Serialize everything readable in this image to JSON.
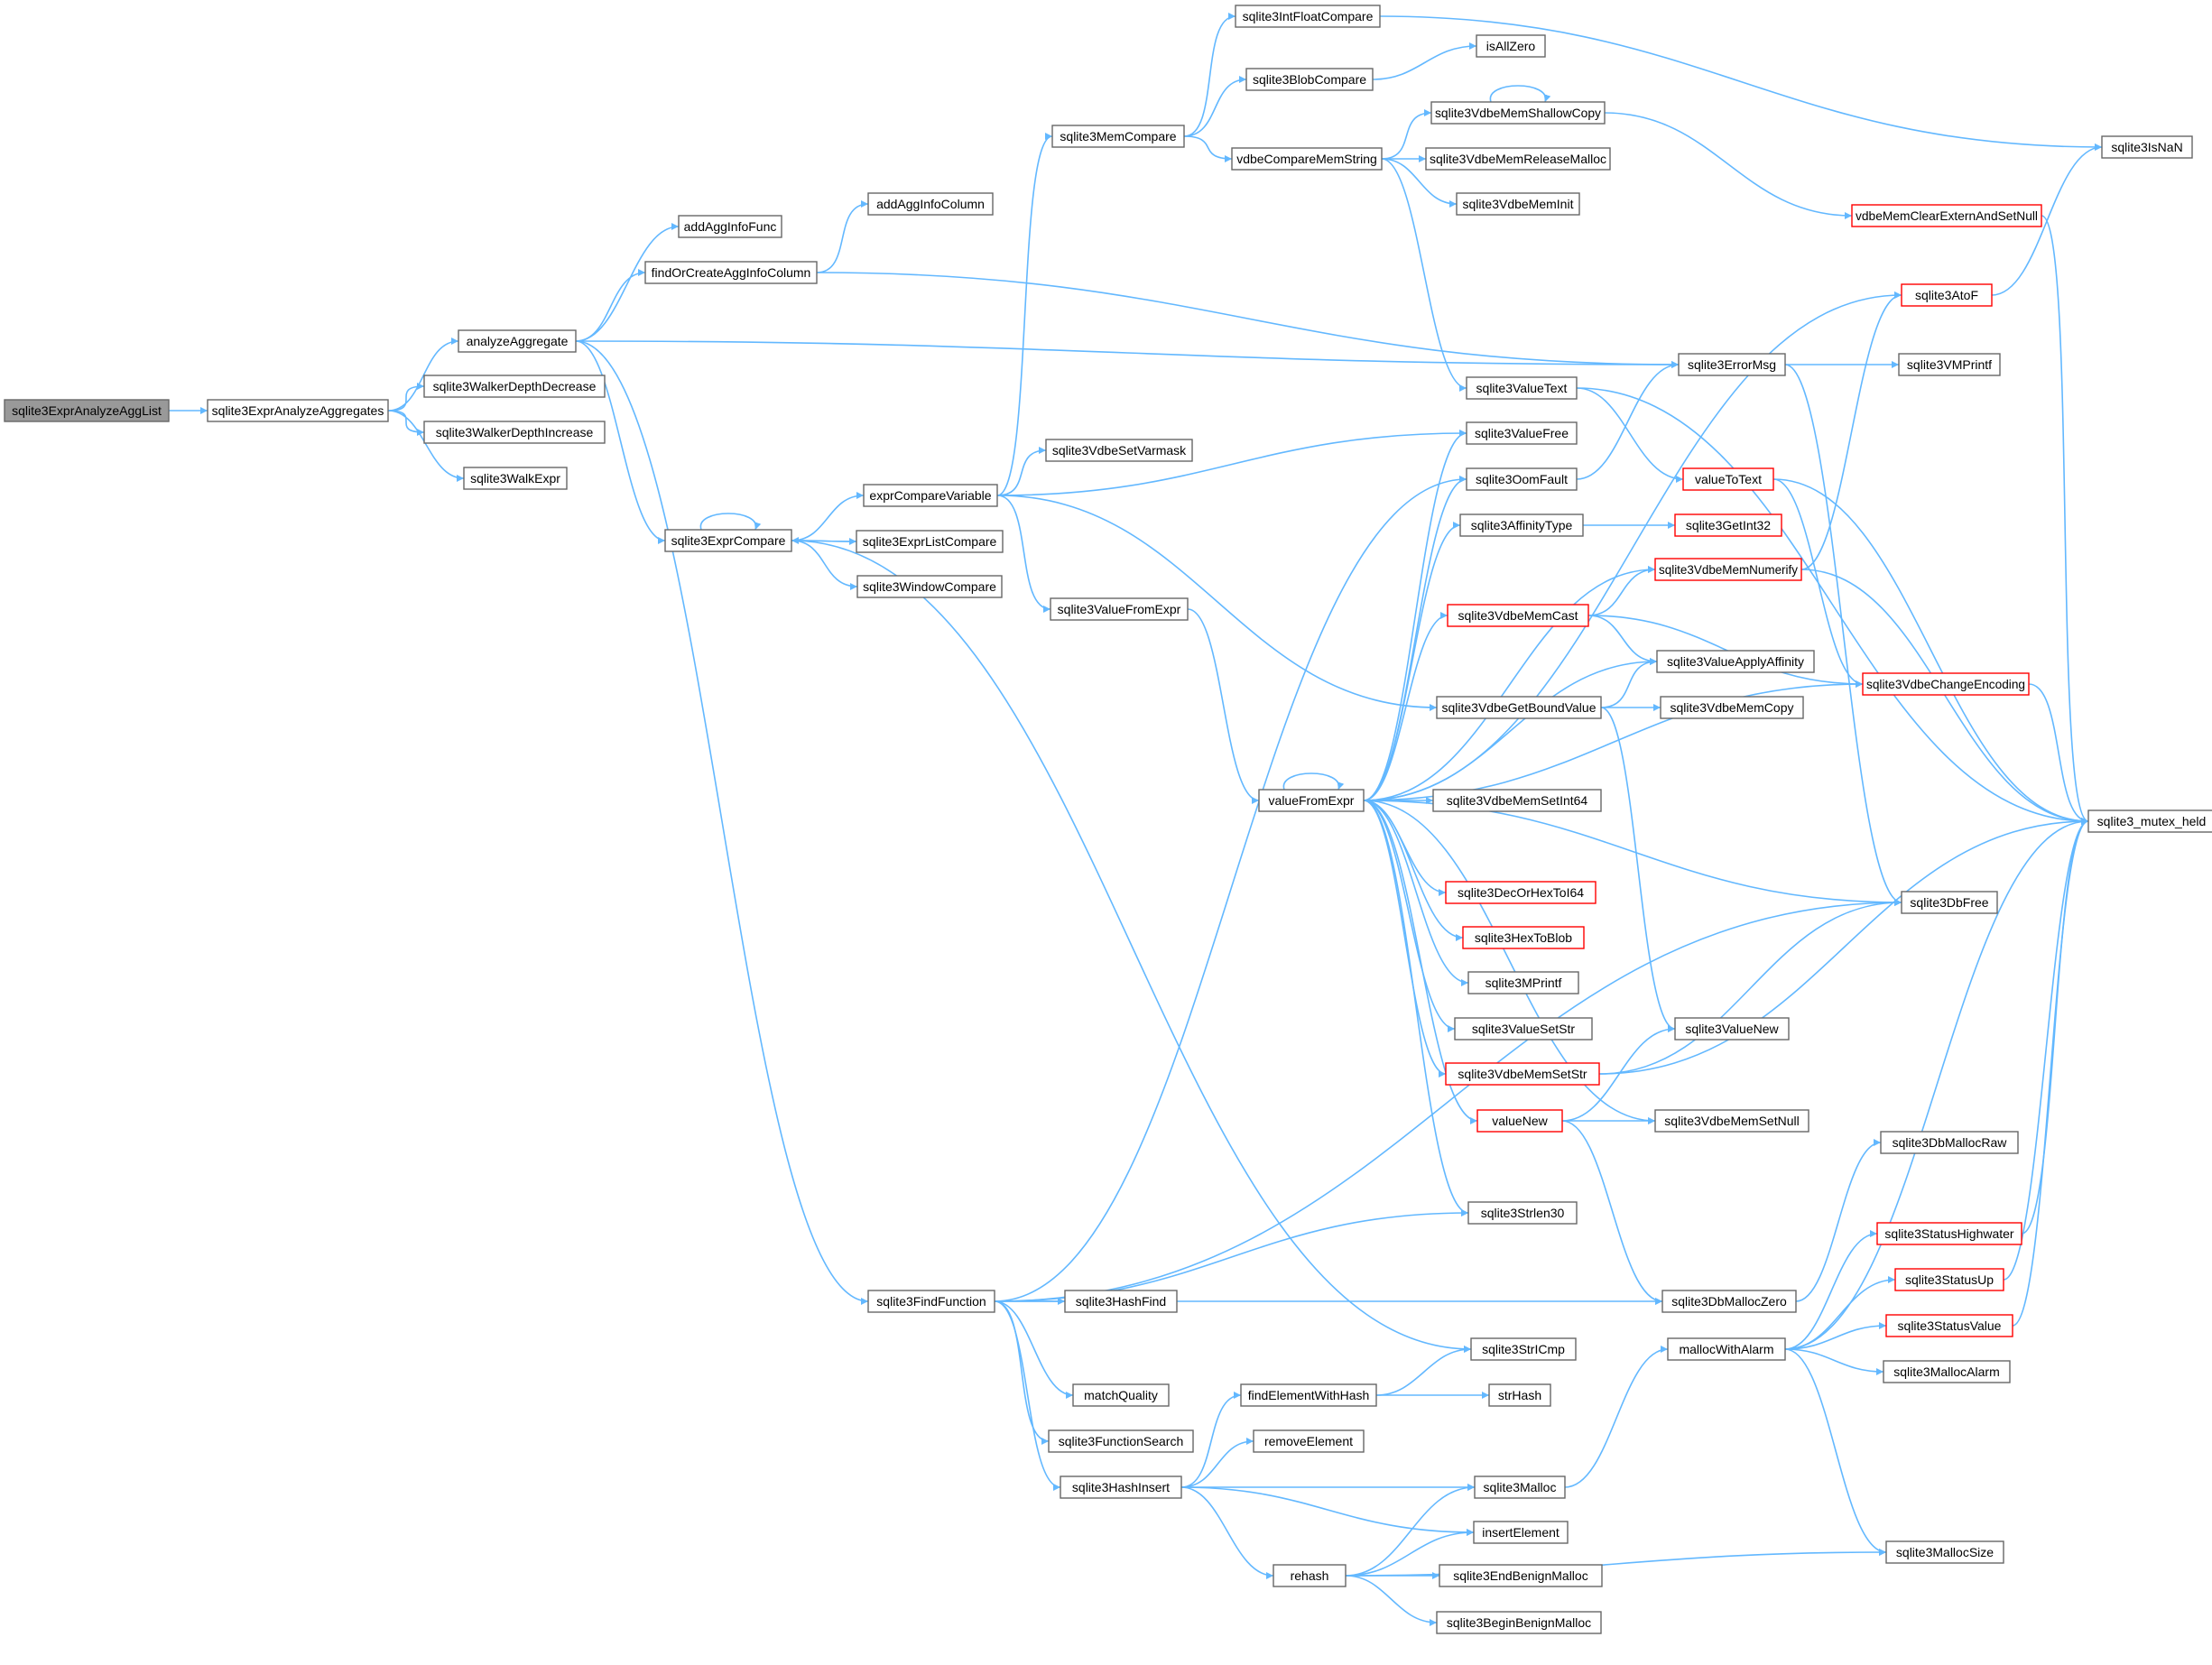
{
  "colors": {
    "edge": "#63b8ff",
    "node_border": "#666666",
    "truncated_border": "#ff0000",
    "root_fill": "#999999"
  },
  "nodes": [
    {
      "id": "sqlite3ExprAnalyzeAggList",
      "label": "sqlite3ExprAnalyzeAggList",
      "root": true
    },
    {
      "id": "sqlite3ExprAnalyzeAggregates",
      "label": "sqlite3ExprAnalyzeAggregates"
    },
    {
      "id": "analyzeAggregate",
      "label": "analyzeAggregate"
    },
    {
      "id": "sqlite3WalkerDepthDecrease",
      "label": "sqlite3WalkerDepthDecrease"
    },
    {
      "id": "sqlite3WalkerDepthIncrease",
      "label": "sqlite3WalkerDepthIncrease"
    },
    {
      "id": "sqlite3WalkExpr",
      "label": "sqlite3WalkExpr"
    },
    {
      "id": "addAggInfoFunc",
      "label": "addAggInfoFunc"
    },
    {
      "id": "findOrCreateAggInfoColumn",
      "label": "findOrCreateAggInfoColumn"
    },
    {
      "id": "addAggInfoColumn",
      "label": "addAggInfoColumn"
    },
    {
      "id": "sqlite3ExprCompare",
      "label": "sqlite3ExprCompare"
    },
    {
      "id": "exprCompareVariable",
      "label": "exprCompareVariable"
    },
    {
      "id": "sqlite3ExprListCompare",
      "label": "sqlite3ExprListCompare"
    },
    {
      "id": "sqlite3WindowCompare",
      "label": "sqlite3WindowCompare"
    },
    {
      "id": "sqlite3FindFunction",
      "label": "sqlite3FindFunction"
    },
    {
      "id": "sqlite3MemCompare",
      "label": "sqlite3MemCompare"
    },
    {
      "id": "sqlite3VdbeSetVarmask",
      "label": "sqlite3VdbeSetVarmask"
    },
    {
      "id": "sqlite3ValueFromExpr",
      "label": "sqlite3ValueFromExpr"
    },
    {
      "id": "sqlite3IntFloatCompare",
      "label": "sqlite3IntFloatCompare"
    },
    {
      "id": "sqlite3BlobCompare",
      "label": "sqlite3BlobCompare"
    },
    {
      "id": "vdbeCompareMemString",
      "label": "vdbeCompareMemString"
    },
    {
      "id": "isAllZero",
      "label": "isAllZero"
    },
    {
      "id": "sqlite3VdbeMemShallowCopy",
      "label": "sqlite3VdbeMemShallowCopy"
    },
    {
      "id": "sqlite3VdbeMemReleaseMalloc",
      "label": "sqlite3VdbeMemReleaseMalloc"
    },
    {
      "id": "sqlite3VdbeMemInit",
      "label": "sqlite3VdbeMemInit"
    },
    {
      "id": "sqlite3IsNaN",
      "label": "sqlite3IsNaN"
    },
    {
      "id": "vdbeMemClearExternAndSetNull",
      "label": "vdbeMemClearExternAndSetNull",
      "trunc": true
    },
    {
      "id": "sqlite3AtoF",
      "label": "sqlite3AtoF",
      "trunc": true
    },
    {
      "id": "sqlite3ErrorMsg",
      "label": "sqlite3ErrorMsg"
    },
    {
      "id": "sqlite3VMPrintf",
      "label": "sqlite3VMPrintf"
    },
    {
      "id": "sqlite3ValueText",
      "label": "sqlite3ValueText"
    },
    {
      "id": "sqlite3ValueFree",
      "label": "sqlite3ValueFree"
    },
    {
      "id": "sqlite3OomFault",
      "label": "sqlite3OomFault"
    },
    {
      "id": "valueToText",
      "label": "valueToText",
      "trunc": true
    },
    {
      "id": "sqlite3AffinityType",
      "label": "sqlite3AffinityType"
    },
    {
      "id": "sqlite3GetInt32",
      "label": "sqlite3GetInt32",
      "trunc": true
    },
    {
      "id": "sqlite3VdbeMemNumerify",
      "label": "sqlite3VdbeMemNumerify",
      "trunc": true
    },
    {
      "id": "sqlite3VdbeMemCast",
      "label": "sqlite3VdbeMemCast",
      "trunc": true
    },
    {
      "id": "sqlite3ValueApplyAffinity",
      "label": "sqlite3ValueApplyAffinity"
    },
    {
      "id": "sqlite3VdbeChangeEncoding",
      "label": "sqlite3VdbeChangeEncoding",
      "trunc": true
    },
    {
      "id": "sqlite3VdbeGetBoundValue",
      "label": "sqlite3VdbeGetBoundValue"
    },
    {
      "id": "sqlite3VdbeMemCopy",
      "label": "sqlite3VdbeMemCopy"
    },
    {
      "id": "valueFromExpr",
      "label": "valueFromExpr"
    },
    {
      "id": "sqlite3VdbeMemSetInt64",
      "label": "sqlite3VdbeMemSetInt64"
    },
    {
      "id": "sqlite3_mutex_held",
      "label": "sqlite3_mutex_held"
    },
    {
      "id": "sqlite3DecOrHexToI64",
      "label": "sqlite3DecOrHexToI64",
      "trunc": true
    },
    {
      "id": "sqlite3DbFree",
      "label": "sqlite3DbFree"
    },
    {
      "id": "sqlite3HexToBlob",
      "label": "sqlite3HexToBlob",
      "trunc": true
    },
    {
      "id": "sqlite3MPrintf",
      "label": "sqlite3MPrintf"
    },
    {
      "id": "sqlite3ValueSetStr",
      "label": "sqlite3ValueSetStr"
    },
    {
      "id": "sqlite3ValueNew",
      "label": "sqlite3ValueNew"
    },
    {
      "id": "sqlite3VdbeMemSetStr",
      "label": "sqlite3VdbeMemSetStr",
      "trunc": true
    },
    {
      "id": "valueNew",
      "label": "valueNew",
      "trunc": true
    },
    {
      "id": "sqlite3VdbeMemSetNull",
      "label": "sqlite3VdbeMemSetNull"
    },
    {
      "id": "sqlite3DbMallocRaw",
      "label": "sqlite3DbMallocRaw"
    },
    {
      "id": "sqlite3Strlen30",
      "label": "sqlite3Strlen30"
    },
    {
      "id": "sqlite3StatusHighwater",
      "label": "sqlite3StatusHighwater",
      "trunc": true
    },
    {
      "id": "sqlite3StatusUp",
      "label": "sqlite3StatusUp",
      "trunc": true
    },
    {
      "id": "sqlite3DbMallocZero",
      "label": "sqlite3DbMallocZero"
    },
    {
      "id": "sqlite3HashFind",
      "label": "sqlite3HashFind"
    },
    {
      "id": "sqlite3StatusValue",
      "label": "sqlite3StatusValue",
      "trunc": true
    },
    {
      "id": "sqlite3StrICmp",
      "label": "sqlite3StrICmp"
    },
    {
      "id": "mallocWithAlarm",
      "label": "mallocWithAlarm"
    },
    {
      "id": "sqlite3MallocAlarm",
      "label": "sqlite3MallocAlarm"
    },
    {
      "id": "matchQuality",
      "label": "matchQuality"
    },
    {
      "id": "findElementWithHash",
      "label": "findElementWithHash"
    },
    {
      "id": "strHash",
      "label": "strHash"
    },
    {
      "id": "sqlite3FunctionSearch",
      "label": "sqlite3FunctionSearch"
    },
    {
      "id": "removeElement",
      "label": "removeElement"
    },
    {
      "id": "sqlite3HashInsert",
      "label": "sqlite3HashInsert"
    },
    {
      "id": "sqlite3Malloc",
      "label": "sqlite3Malloc"
    },
    {
      "id": "insertElement",
      "label": "insertElement"
    },
    {
      "id": "rehash",
      "label": "rehash"
    },
    {
      "id": "sqlite3EndBenignMalloc",
      "label": "sqlite3EndBenignMalloc"
    },
    {
      "id": "sqlite3MallocSize",
      "label": "sqlite3MallocSize"
    },
    {
      "id": "sqlite3BeginBenignMalloc",
      "label": "sqlite3BeginBenignMalloc"
    }
  ],
  "edges": [
    [
      "sqlite3ExprAnalyzeAggList",
      "sqlite3ExprAnalyzeAggregates"
    ],
    [
      "sqlite3ExprAnalyzeAggregates",
      "analyzeAggregate"
    ],
    [
      "sqlite3ExprAnalyzeAggregates",
      "sqlite3WalkerDepthDecrease"
    ],
    [
      "sqlite3ExprAnalyzeAggregates",
      "sqlite3WalkerDepthIncrease"
    ],
    [
      "sqlite3ExprAnalyzeAggregates",
      "sqlite3WalkExpr"
    ],
    [
      "analyzeAggregate",
      "addAggInfoFunc"
    ],
    [
      "analyzeAggregate",
      "findOrCreateAggInfoColumn"
    ],
    [
      "analyzeAggregate",
      "sqlite3ErrorMsg"
    ],
    [
      "analyzeAggregate",
      "sqlite3ExprCompare"
    ],
    [
      "analyzeAggregate",
      "sqlite3FindFunction"
    ],
    [
      "findOrCreateAggInfoColumn",
      "addAggInfoColumn"
    ],
    [
      "findOrCreateAggInfoColumn",
      "sqlite3ErrorMsg"
    ],
    [
      "sqlite3ExprCompare",
      "sqlite3ExprCompare"
    ],
    [
      "sqlite3ExprCompare",
      "exprCompareVariable"
    ],
    [
      "sqlite3ExprCompare",
      "sqlite3ExprListCompare"
    ],
    [
      "sqlite3ExprCompare",
      "sqlite3WindowCompare"
    ],
    [
      "sqlite3ExprCompare",
      "sqlite3StrICmp"
    ],
    [
      "sqlite3ExprListCompare",
      "sqlite3ExprCompare"
    ],
    [
      "exprCompareVariable",
      "sqlite3MemCompare"
    ],
    [
      "exprCompareVariable",
      "sqlite3VdbeSetVarmask"
    ],
    [
      "exprCompareVariable",
      "sqlite3ValueFromExpr"
    ],
    [
      "exprCompareVariable",
      "sqlite3ValueFree"
    ],
    [
      "exprCompareVariable",
      "sqlite3VdbeGetBoundValue"
    ],
    [
      "sqlite3MemCompare",
      "sqlite3IntFloatCompare"
    ],
    [
      "sqlite3MemCompare",
      "sqlite3BlobCompare"
    ],
    [
      "sqlite3MemCompare",
      "vdbeCompareMemString"
    ],
    [
      "sqlite3IntFloatCompare",
      "sqlite3IsNaN"
    ],
    [
      "sqlite3BlobCompare",
      "isAllZero"
    ],
    [
      "vdbeCompareMemString",
      "sqlite3VdbeMemShallowCopy"
    ],
    [
      "vdbeCompareMemString",
      "sqlite3VdbeMemReleaseMalloc"
    ],
    [
      "vdbeCompareMemString",
      "sqlite3VdbeMemInit"
    ],
    [
      "vdbeCompareMemString",
      "sqlite3ValueText"
    ],
    [
      "sqlite3VdbeMemShallowCopy",
      "sqlite3VdbeMemShallowCopy"
    ],
    [
      "sqlite3VdbeMemShallowCopy",
      "vdbeMemClearExternAndSetNull"
    ],
    [
      "vdbeMemClearExternAndSetNull",
      "sqlite3_mutex_held"
    ],
    [
      "sqlite3AtoF",
      "sqlite3IsNaN"
    ],
    [
      "sqlite3ErrorMsg",
      "sqlite3VMPrintf"
    ],
    [
      "sqlite3ErrorMsg",
      "sqlite3DbFree"
    ],
    [
      "sqlite3ValueText",
      "valueToText"
    ],
    [
      "sqlite3ValueText",
      "sqlite3_mutex_held"
    ],
    [
      "sqlite3OomFault",
      "sqlite3ErrorMsg"
    ],
    [
      "valueToText",
      "sqlite3VdbeChangeEncoding"
    ],
    [
      "valueToText",
      "sqlite3_mutex_held"
    ],
    [
      "sqlite3AffinityType",
      "sqlite3GetInt32"
    ],
    [
      "sqlite3VdbeMemNumerify",
      "sqlite3AtoF"
    ],
    [
      "sqlite3VdbeMemNumerify",
      "sqlite3_mutex_held"
    ],
    [
      "sqlite3VdbeMemCast",
      "sqlite3VdbeMemNumerify"
    ],
    [
      "sqlite3VdbeMemCast",
      "sqlite3ValueApplyAffinity"
    ],
    [
      "sqlite3VdbeMemCast",
      "sqlite3VdbeChangeEncoding"
    ],
    [
      "sqlite3VdbeChangeEncoding",
      "sqlite3_mutex_held"
    ],
    [
      "sqlite3VdbeGetBoundValue",
      "sqlite3ValueApplyAffinity"
    ],
    [
      "sqlite3VdbeGetBoundValue",
      "sqlite3VdbeMemCopy"
    ],
    [
      "sqlite3VdbeGetBoundValue",
      "sqlite3ValueNew"
    ],
    [
      "sqlite3ValueFromExpr",
      "valueFromExpr"
    ],
    [
      "valueFromExpr",
      "valueFromExpr"
    ],
    [
      "valueFromExpr",
      "sqlite3AtoF"
    ],
    [
      "valueFromExpr",
      "sqlite3ValueFree"
    ],
    [
      "valueFromExpr",
      "sqlite3OomFault"
    ],
    [
      "valueFromExpr",
      "sqlite3AffinityType"
    ],
    [
      "valueFromExpr",
      "sqlite3VdbeMemNumerify"
    ],
    [
      "valueFromExpr",
      "sqlite3VdbeMemCast"
    ],
    [
      "valueFromExpr",
      "sqlite3ValueApplyAffinity"
    ],
    [
      "valueFromExpr",
      "sqlite3VdbeChangeEncoding"
    ],
    [
      "valueFromExpr",
      "sqlite3VdbeMemSetInt64"
    ],
    [
      "valueFromExpr",
      "sqlite3DbFree"
    ],
    [
      "valueFromExpr",
      "sqlite3DecOrHexToI64"
    ],
    [
      "valueFromExpr",
      "sqlite3HexToBlob"
    ],
    [
      "valueFromExpr",
      "sqlite3MPrintf"
    ],
    [
      "valueFromExpr",
      "sqlite3ValueSetStr"
    ],
    [
      "valueFromExpr",
      "sqlite3VdbeMemSetStr"
    ],
    [
      "valueFromExpr",
      "valueNew"
    ],
    [
      "valueFromExpr",
      "sqlite3VdbeMemSetNull"
    ],
    [
      "valueFromExpr",
      "sqlite3Strlen30"
    ],
    [
      "sqlite3VdbeMemSetStr",
      "sqlite3DbFree"
    ],
    [
      "sqlite3VdbeMemSetStr",
      "sqlite3_mutex_held"
    ],
    [
      "valueNew",
      "sqlite3ValueNew"
    ],
    [
      "valueNew",
      "sqlite3VdbeMemSetNull"
    ],
    [
      "valueNew",
      "sqlite3DbMallocZero"
    ],
    [
      "sqlite3FindFunction",
      "sqlite3OomFault"
    ],
    [
      "sqlite3FindFunction",
      "sqlite3Strlen30"
    ],
    [
      "sqlite3FindFunction",
      "sqlite3DbFree"
    ],
    [
      "sqlite3FindFunction",
      "sqlite3HashFind"
    ],
    [
      "sqlite3FindFunction",
      "sqlite3DbMallocZero"
    ],
    [
      "sqlite3FindFunction",
      "matchQuality"
    ],
    [
      "sqlite3FindFunction",
      "sqlite3FunctionSearch"
    ],
    [
      "sqlite3FindFunction",
      "sqlite3HashInsert"
    ],
    [
      "sqlite3DbMallocZero",
      "sqlite3DbMallocRaw"
    ],
    [
      "sqlite3HashInsert",
      "findElementWithHash"
    ],
    [
      "sqlite3HashInsert",
      "removeElement"
    ],
    [
      "sqlite3HashInsert",
      "sqlite3Malloc"
    ],
    [
      "sqlite3HashInsert",
      "insertElement"
    ],
    [
      "sqlite3HashInsert",
      "rehash"
    ],
    [
      "findElementWithHash",
      "sqlite3StrICmp"
    ],
    [
      "findElementWithHash",
      "strHash"
    ],
    [
      "sqlite3Malloc",
      "mallocWithAlarm"
    ],
    [
      "mallocWithAlarm",
      "sqlite3StatusHighwater"
    ],
    [
      "mallocWithAlarm",
      "sqlite3StatusUp"
    ],
    [
      "mallocWithAlarm",
      "sqlite3StatusValue"
    ],
    [
      "mallocWithAlarm",
      "sqlite3MallocAlarm"
    ],
    [
      "mallocWithAlarm",
      "sqlite3MallocSize"
    ],
    [
      "mallocWithAlarm",
      "sqlite3_mutex_held"
    ],
    [
      "sqlite3StatusHighwater",
      "sqlite3_mutex_held"
    ],
    [
      "sqlite3StatusUp",
      "sqlite3_mutex_held"
    ],
    [
      "sqlite3StatusValue",
      "sqlite3_mutex_held"
    ],
    [
      "rehash",
      "sqlite3Malloc"
    ],
    [
      "rehash",
      "insertElement"
    ],
    [
      "rehash",
      "sqlite3EndBenignMalloc"
    ],
    [
      "rehash",
      "sqlite3BeginBenignMalloc"
    ],
    [
      "rehash",
      "sqlite3MallocSize"
    ]
  ]
}
